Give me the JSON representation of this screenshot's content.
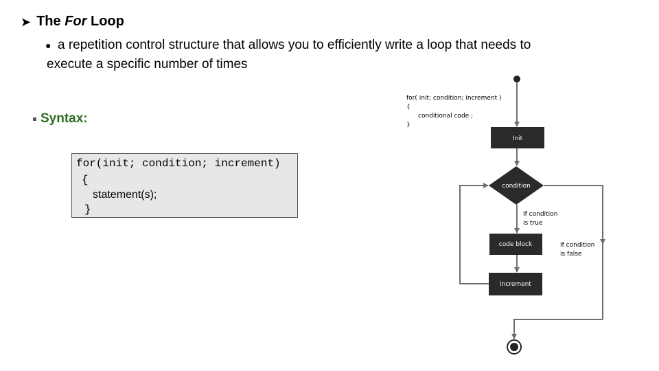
{
  "heading": {
    "prefix": "The",
    "keyword": "For",
    "suffix": "Loop"
  },
  "description": {
    "line1": "a repetition control structure that allows you to efficiently write a loop that needs to",
    "line2": "execute a specific number of times"
  },
  "syntax_label": "Syntax:",
  "code": {
    "line1": "for(init; condition; increment)",
    "line2": "{",
    "line3": "statement(s);",
    "line4": "}"
  },
  "flowchart": {
    "code_lines": [
      "for( init; condition; increment )",
      "{",
      "conditional code ;",
      "}"
    ],
    "init": "Init",
    "condition": "condition",
    "true_label": [
      "If condition",
      "is true"
    ],
    "false_label": [
      "If condition",
      "is false"
    ],
    "code_block": "code block",
    "increment": "increment"
  },
  "colors": {
    "syntax_green": "#2e6e1e",
    "code_bg": "#e7e7e7",
    "flow_box": "#2a2a2a",
    "flow_line": "#6f6f6f"
  },
  "icons": {
    "heading_bullet": "arrow-bullet-icon",
    "syntax_bullet": "square-bullet-icon"
  }
}
